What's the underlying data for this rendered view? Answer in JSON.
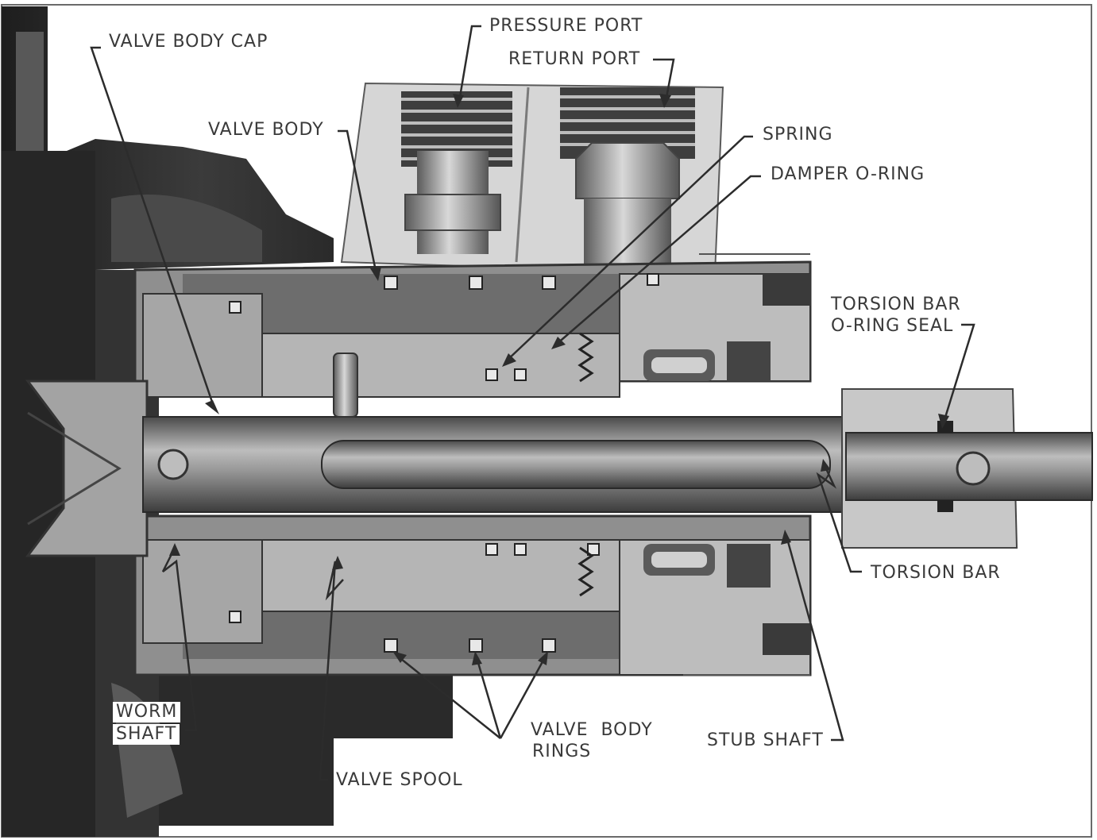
{
  "labels": {
    "valve_body_cap": "VALVE BODY CAP",
    "pressure_port": "PRESSURE PORT",
    "return_port": "RETURN PORT",
    "valve_body": "VALVE BODY",
    "spring": "SPRING",
    "damper_o_ring": "DAMPER O-RING",
    "torsion_bar_o_ring_seal_line1": "TORSION BAR",
    "torsion_bar_o_ring_seal_line2": "O-RING SEAL",
    "torsion_bar": "TORSION BAR",
    "worm_shaft_line1": "WORM",
    "worm_shaft_line2": "SHAFT",
    "valve_body_rings_line1": "VALVE  BODY",
    "valve_body_rings_line2": "RINGS",
    "stub_shaft": "STUB SHAFT",
    "valve_spool": "VALVE SPOOL"
  },
  "colors": {
    "background": "#ffffff",
    "housing_dark": "#2e2e2e",
    "metal_mid": "#8c8c8c",
    "metal_light": "#c4c4c4",
    "shaft": "#6f6f6f",
    "leader": "#2c2c2c",
    "text": "#3a3a3a"
  }
}
